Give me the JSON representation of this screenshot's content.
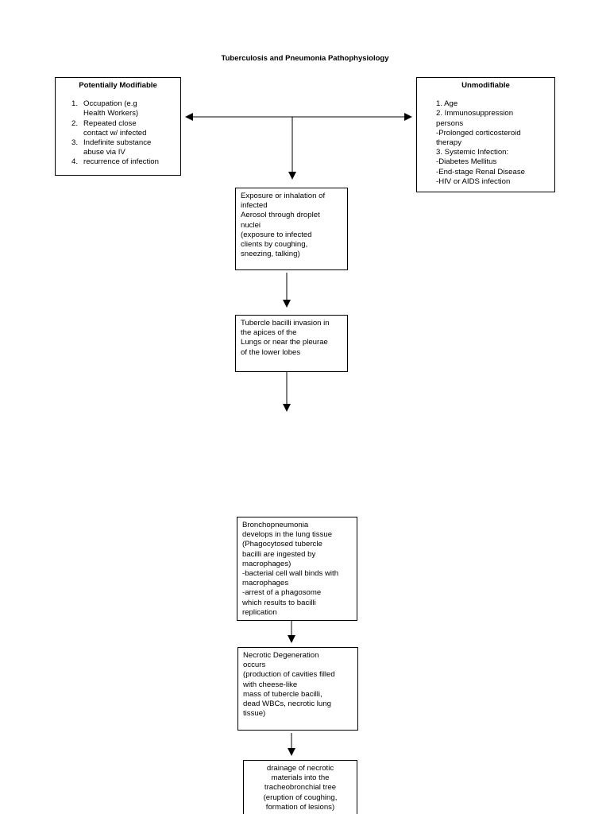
{
  "title": "Tuberculosis and Pneumonia Pathophysiology",
  "modifiable": {
    "heading": "Potentially Modifiable",
    "items": [
      {
        "num": "1.",
        "lines": [
          "Occupation (e.g",
          "Health Workers)"
        ]
      },
      {
        "num": "2.",
        "lines": [
          "Repeated close",
          "contact w/ infected"
        ]
      },
      {
        "num": "3.",
        "lines": [
          "Indefinite substance",
          "abuse via IV"
        ]
      },
      {
        "num": "4.",
        "lines": [
          "recurrence of infection"
        ]
      }
    ]
  },
  "unmodifiable": {
    "heading": "Unmodifiable",
    "lines": [
      "1.   Age",
      "2.   Immunosuppression",
      "persons",
      "-Prolonged corticosteroid",
      "therapy",
      "3.   Systemic Infection:",
      "-Diabetes Mellitus",
      "-End-stage Renal Disease",
      "-HIV or AIDS infection"
    ]
  },
  "exposure": {
    "lines": [
      "Exposure or inhalation of",
      "infected",
      "Aerosol through droplet",
      "nuclei",
      "(exposure to infected",
      "clients by coughing,",
      "sneezing, talking)"
    ]
  },
  "invasion": {
    "lines": [
      "Tubercle bacilli invasion in",
      "the apices of the",
      "Lungs or near the pleurae",
      "of the lower lobes"
    ]
  },
  "bronchopneumonia": {
    "lines": [
      "Bronchopneumonia",
      "develops in the lung tissue",
      "(Phagocytosed tubercle",
      "bacilli are ingested by",
      "macrophages)",
      "-bacterial cell wall binds with",
      "macrophages",
      "-arrest of a phagosome",
      "which results to bacilli",
      "replication"
    ]
  },
  "necrotic": {
    "lines": [
      "Necrotic Degeneration",
      "occurs",
      "(production of cavities filled",
      "with cheese-like",
      "mass of tubercle bacilli,",
      "dead WBCs, necrotic lung",
      "tissue)"
    ]
  },
  "drainage": {
    "lines": [
      "drainage of necrotic",
      "materials into the",
      "tracheobronchial tree",
      "(eruption of coughing,",
      "formation of lesions)"
    ]
  }
}
